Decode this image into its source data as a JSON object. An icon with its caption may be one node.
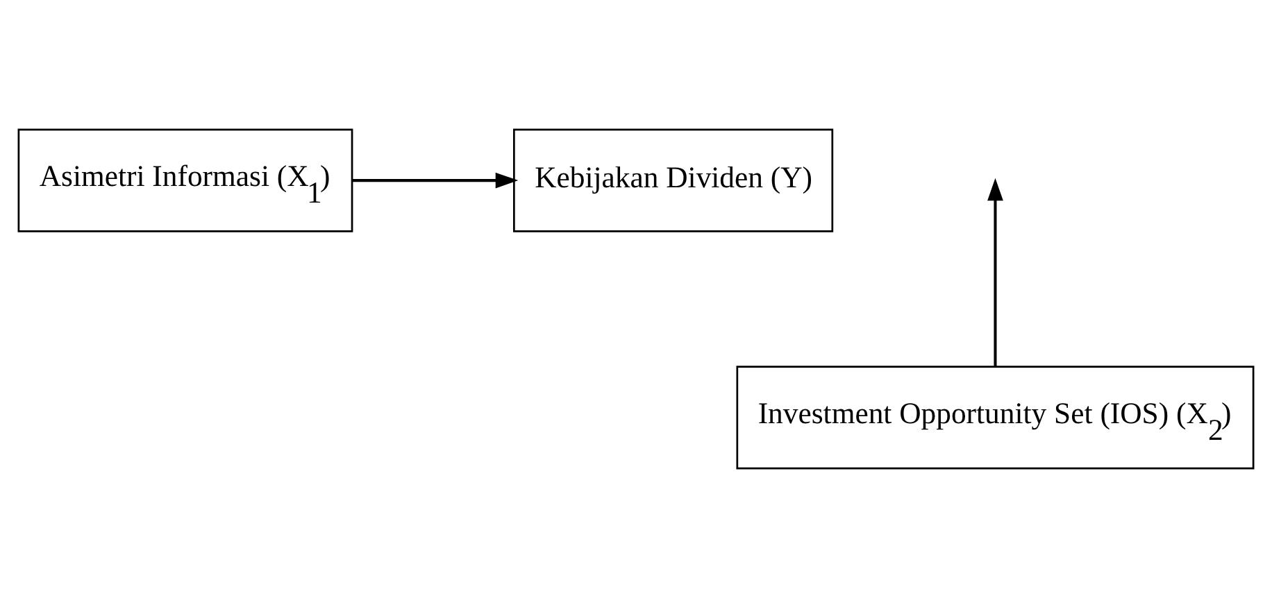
{
  "diagram": {
    "nodes": [
      {
        "text": [
          "Asimetri Informasi (X$_{1}$)"
        ]
      },
      {
        "text": [
          "Kebijakan Dividen (Y)"
        ]
      },
      {
        "text": [
          "Investment Opportunity Set (IOS) (X$_{2}$)"
        ]
      }
    ],
    "edges": [
      {
        "from": 0,
        "to": 1,
        "arrow": "to"
      },
      {
        "from": 2,
        "to": null,
        "arrow": "to"
      }
    ]
  }
}
